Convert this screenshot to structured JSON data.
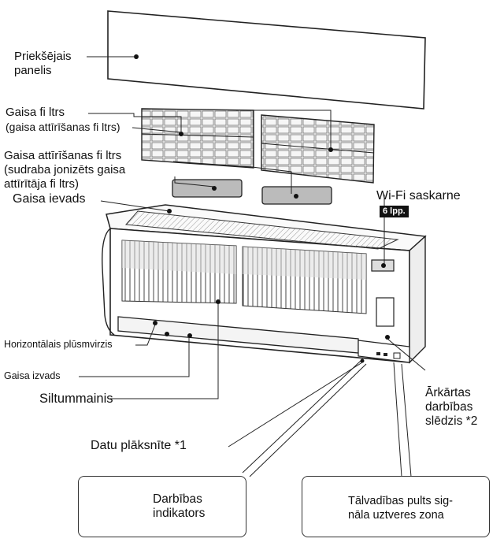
{
  "labels": {
    "front_panel_line1": "Priekšējais",
    "front_panel_line2": "panelis",
    "air_filter_line1": "Gaisa fi ltrs",
    "air_filter_line2": "(gaisa attīrīšanas fi ltrs)",
    "purifying_filter_line1": "Gaisa attīrīšanas fi ltrs",
    "purifying_filter_line2": "(sudraba jonizēts gaisa",
    "purifying_filter_line3": "attīrītāja fi ltrs)",
    "air_inlet": "Gaisa ievads",
    "wifi_socket": "Wi-Fi saskarne",
    "wifi_page": "6 lpp.",
    "horizontal_louver": "Horizontālais plūsmvirzis",
    "air_outlet": "Gaisa izvads",
    "heat_exchanger": "Siltummainis",
    "emergency_line1": "Ārkārtas",
    "emergency_line2": "darbības",
    "emergency_line3": "slēdzis *2",
    "data_plate": "Datu plāksnīte *1",
    "indicator_line1": "Darbības",
    "indicator_line2": "indikators",
    "remote_line1": "Tālvadības pults sig-",
    "remote_line2": "nāla uztveres zona"
  }
}
